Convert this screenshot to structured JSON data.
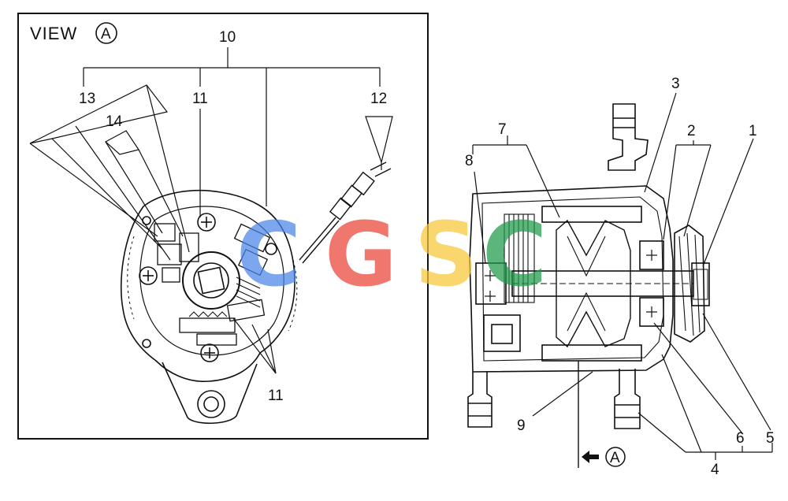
{
  "view_label": "VIEW",
  "view_marker": "A",
  "arrow_marker": "A",
  "watermark": {
    "letters": [
      "C",
      "G",
      "S",
      "C"
    ],
    "colors": [
      "#4a86e8",
      "#ea4335",
      "#f9c837",
      "#1e9b4a"
    ]
  },
  "callouts": {
    "c1": "1",
    "c2": "2",
    "c3": "3",
    "c4": "4",
    "c5": "5",
    "c6": "6",
    "c7": "7",
    "c8": "8",
    "c9": "9",
    "c10": "10",
    "c11_top": "11",
    "c11_bottom": "11",
    "c12": "12",
    "c13": "13",
    "c14": "14"
  }
}
